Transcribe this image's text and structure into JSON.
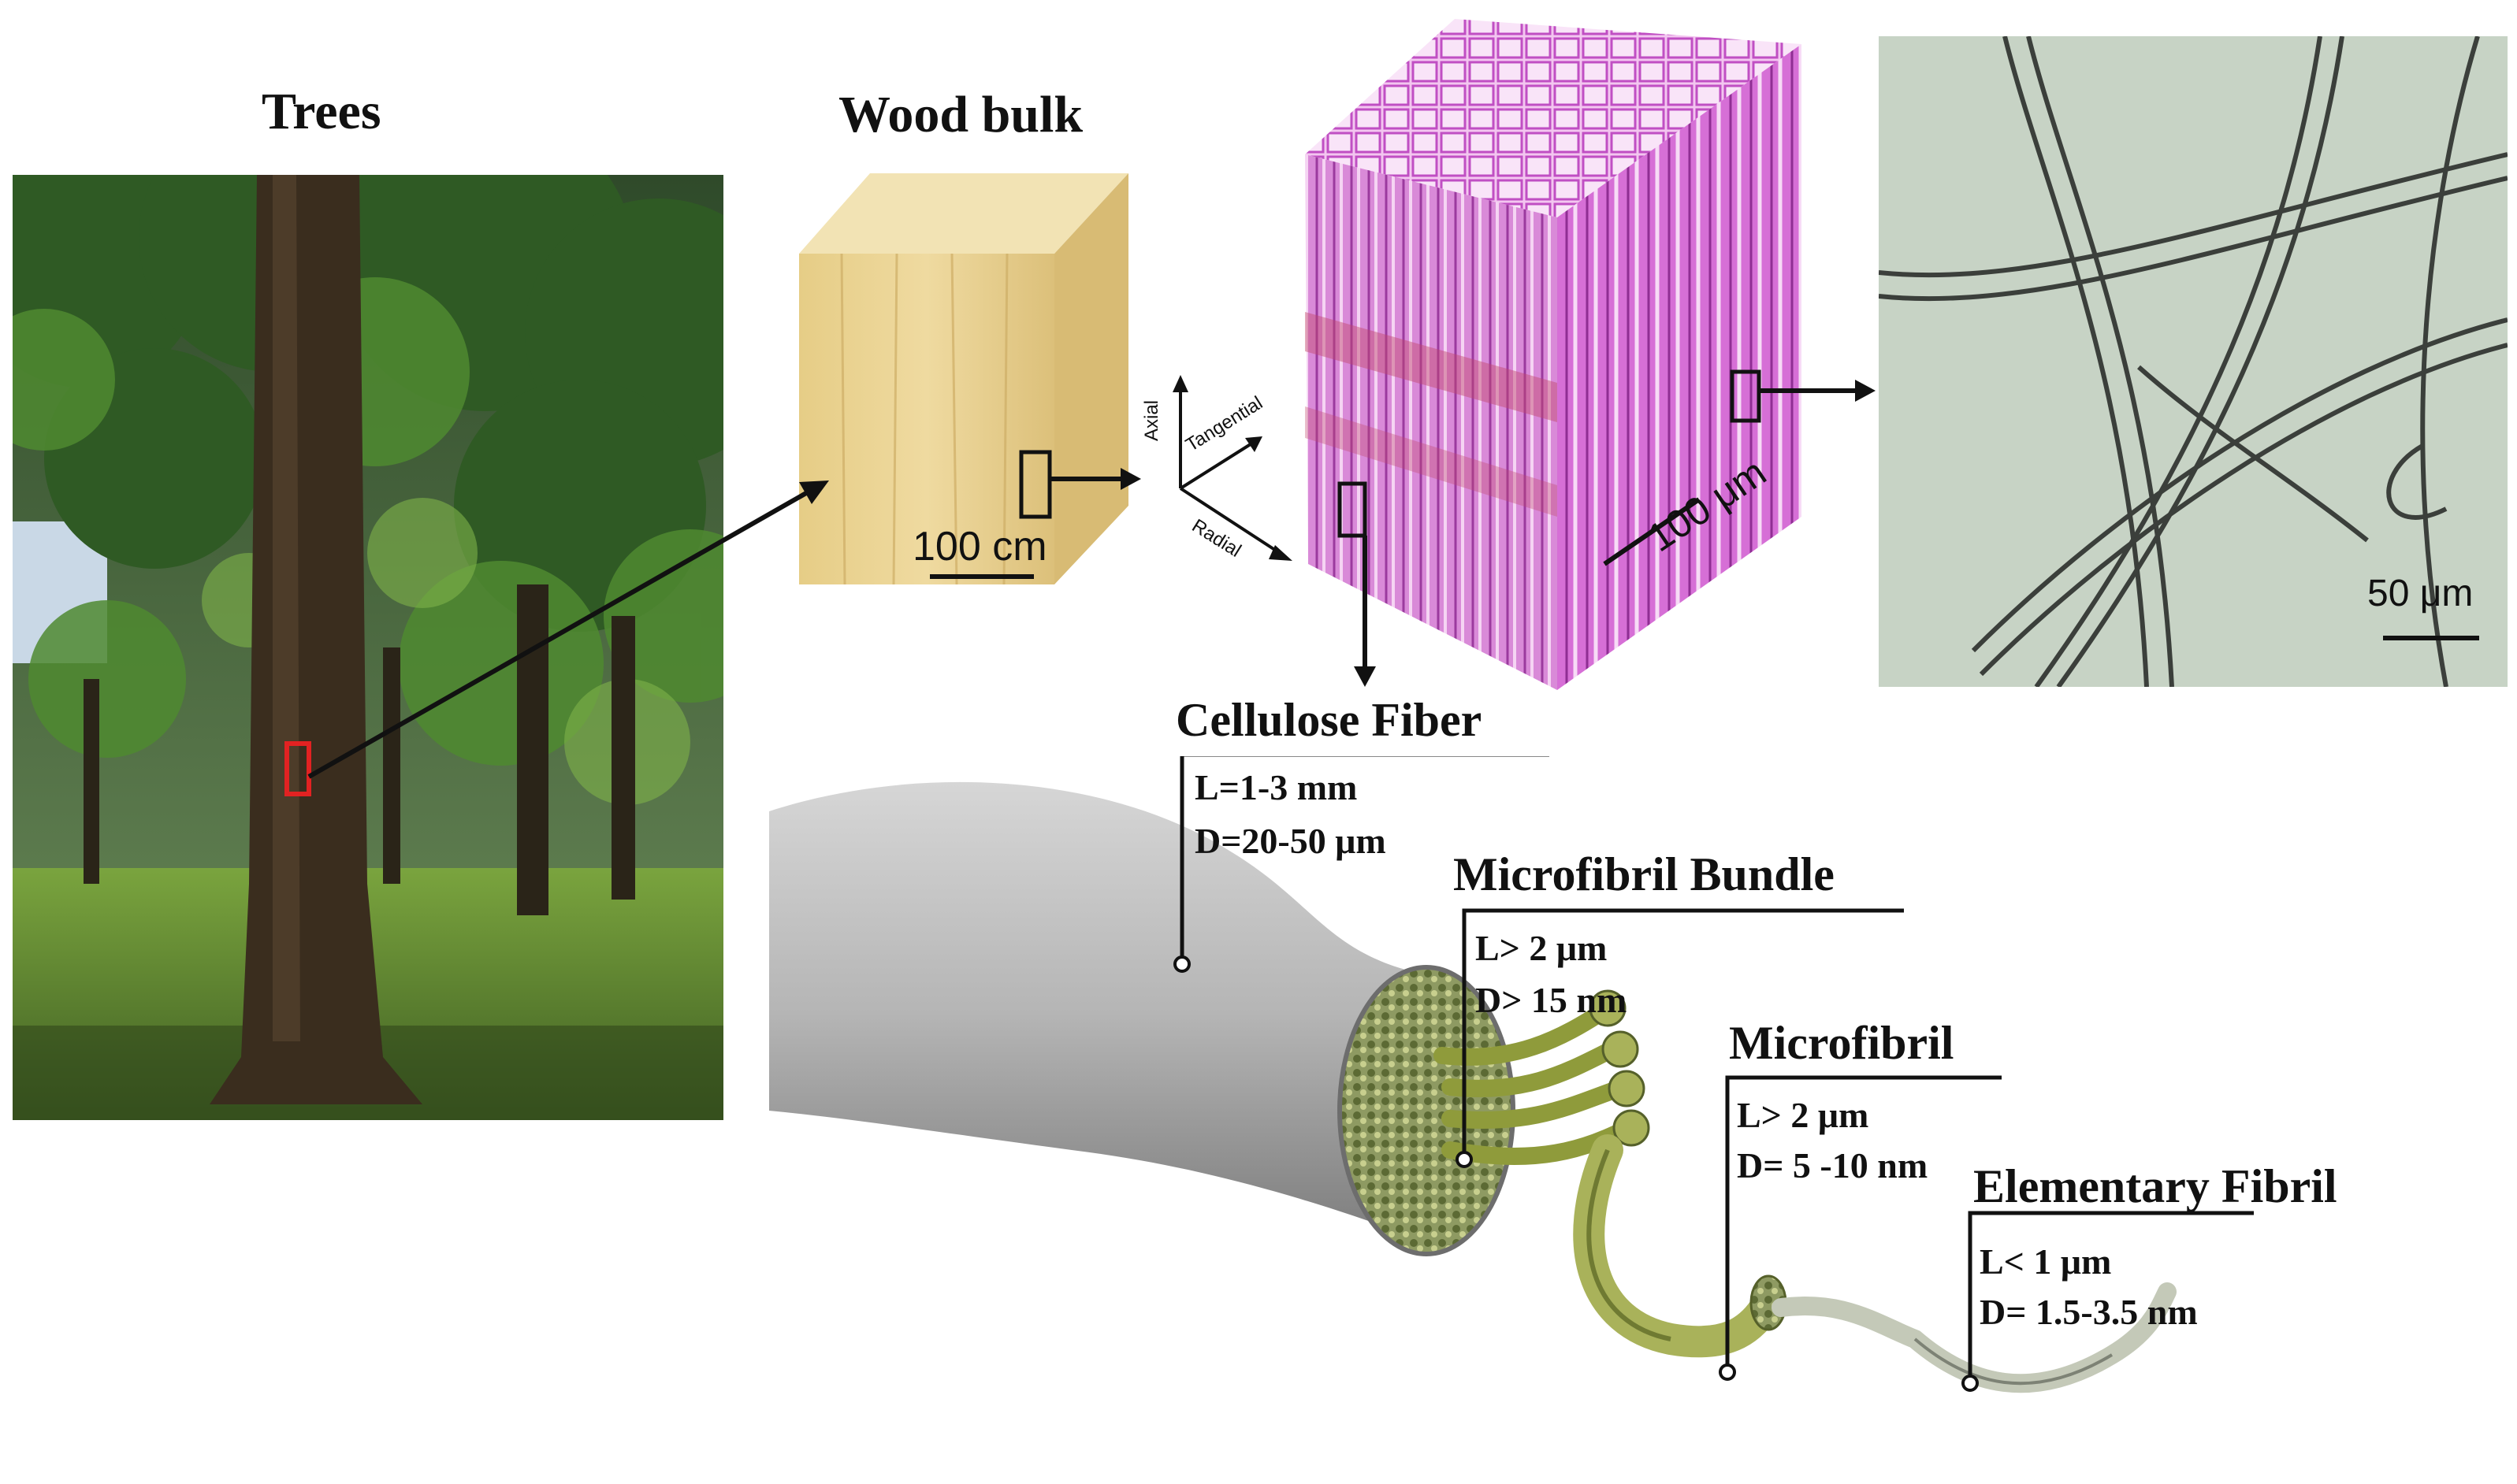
{
  "panels": {
    "trees": {
      "title": "Trees"
    },
    "wood_bulk": {
      "title": "Wood bulk",
      "scale_label": "100 cm"
    },
    "axes": {
      "axial": "Axial",
      "tangential": "Tangential",
      "radial": "Radial"
    },
    "micrograph": {
      "scale_label": "100 μm"
    },
    "fibers_image": {
      "scale_label": "50 μm"
    }
  },
  "levels": [
    {
      "name": "Cellulose Fiber",
      "length": "L=1-3 mm",
      "diameter": "D=20-50 μm"
    },
    {
      "name": "Microfibril Bundle",
      "length": "L> 2 μm",
      "diameter": "D> 15 nm"
    },
    {
      "name": "Microfibril",
      "length": "L> 2 μm",
      "diameter": "D= 5 -10 nm"
    },
    {
      "name": "Elementary Fibril",
      "length": "L< 1 μm",
      "diameter": "D= 1.5-3.5 nm"
    }
  ],
  "colors": {
    "wood": "#e8cf8a",
    "micrograph": "#c46bc7",
    "fiber_gray": "#a8a8a8",
    "microfibril_green": "#a9b25a",
    "highlight_box": "#e22222"
  }
}
